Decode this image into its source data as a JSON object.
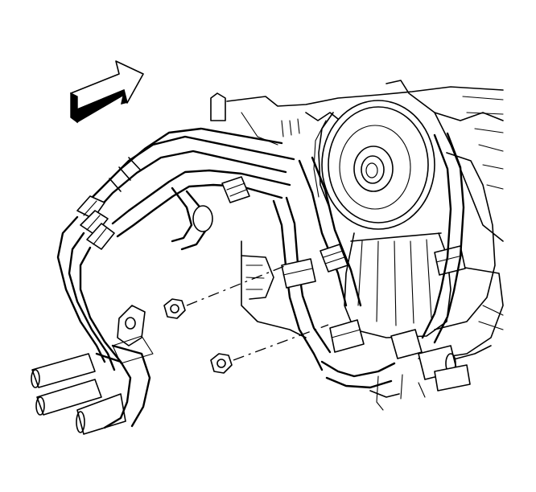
{
  "diagram": {
    "colors": {
      "line": "#000000",
      "background": "#ffffff"
    },
    "parts": [
      {
        "name": "direction-arrow",
        "shape": "arrow"
      },
      {
        "name": "compressor-clutch-pulley",
        "shape": "pulley"
      },
      {
        "name": "compressor-housing",
        "shape": "housing"
      },
      {
        "name": "ac-refrigerant-line-assembly",
        "shape": "hose-bundle"
      },
      {
        "name": "line-retaining-bolt-upper",
        "shape": "bolt"
      },
      {
        "name": "line-retaining-bolt-lower",
        "shape": "bolt"
      },
      {
        "name": "line-mounting-bracket",
        "shape": "bracket"
      }
    ]
  }
}
